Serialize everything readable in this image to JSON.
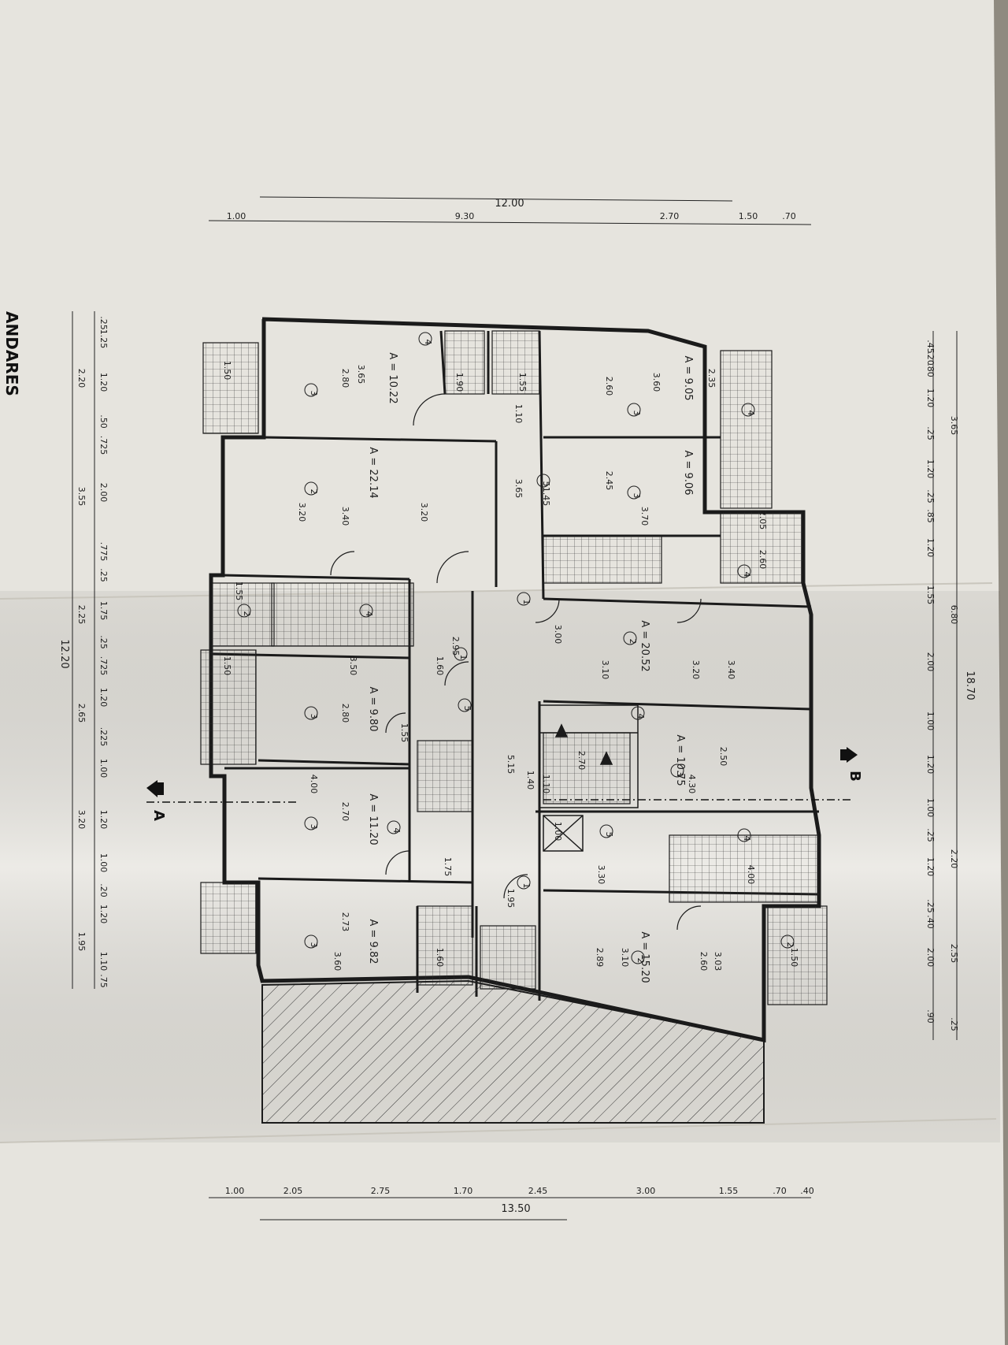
{
  "sheet_title": "ANDARES",
  "section_labels": [
    "A",
    "B"
  ],
  "overall": {
    "top_total": "12.00",
    "bottom_total": "13.50",
    "left_total": "12.20",
    "right_total": "18.70"
  },
  "dims_top": [
    "1.00",
    "9.30",
    "2.70",
    "1.50",
    ".70"
  ],
  "dims_bottom": [
    "1.00",
    "2.05",
    "2.75",
    "1.70",
    "2.45",
    "3.00",
    "1.55",
    ".70",
    ".40"
  ],
  "dims_left": [
    ".25",
    "1.25",
    "1.20",
    ".50",
    ".725",
    "2.00",
    ".775",
    ".25",
    "1.75",
    ".25",
    ".725",
    "1.20",
    ".225",
    "1.00",
    "1.20",
    "1.00",
    ".20",
    "1.20",
    "1.10",
    ".75"
  ],
  "dims_left_outer": [
    "2.20",
    "3.55",
    "2.25",
    "2.65",
    "3.20",
    "1.95"
  ],
  "dims_right": [
    ".45",
    ".20",
    ".80",
    "1.20",
    ".25",
    "1.20",
    ".25",
    ".85",
    "1.20",
    "1.55",
    "2.00",
    "1.00",
    "1.20",
    "1.00",
    ".25",
    "1.20",
    ".25",
    ".40",
    "2.00",
    ".90"
  ],
  "dims_right_outer": [
    "3.65",
    "6.80",
    "2.20",
    "2.55",
    ".25"
  ],
  "areas": [
    "A = 10.22",
    "A = 22.14",
    "A = 9.80",
    "A = 11.20",
    "A = 9.82",
    "A = 9.05",
    "A = 9.06",
    "A = 20.52",
    "A = 10.75",
    "A = 15.20"
  ],
  "room_numbers": [
    "1",
    "2",
    "3",
    "4",
    "5"
  ],
  "interior_dims": [
    "3.65",
    "2.80",
    "3.20",
    "3.40",
    "3.20",
    "3.50",
    "2.80",
    "4.00",
    "2.70",
    "2.73",
    "3.60",
    "3.60",
    "2.60",
    "2.35",
    "2.45",
    "3.70",
    "3.10",
    "3.20",
    "3.40",
    "3.00",
    "4.30",
    "2.50",
    "2.60",
    "3.03",
    "3.10",
    "2.89",
    "3.30",
    "2.70",
    "1.10",
    "5.15",
    "1.40",
    "1.60",
    "1.55",
    "2.95",
    "3.65",
    "1.10",
    "1.50",
    "1.50",
    "1.55",
    "2.05",
    "2.60",
    "4.00",
    "1.50",
    "1.90",
    "1.55",
    "1.45",
    "1.75",
    "1.95",
    "1.60",
    "1.00"
  ],
  "colors": {
    "paper": "#e8e6e0",
    "ink": "#1e1e1e",
    "background": "#8f8a80"
  }
}
